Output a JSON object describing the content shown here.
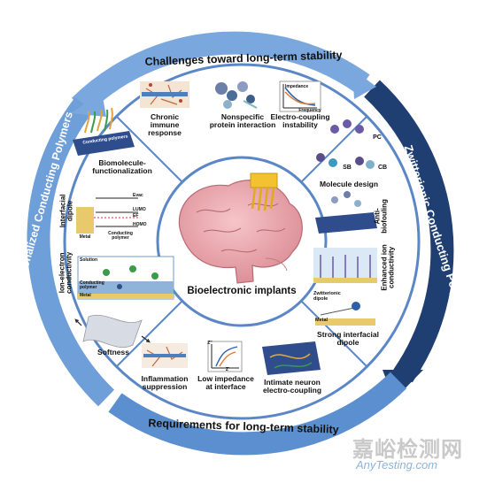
{
  "arcs": {
    "top": "Challenges toward long-term stability",
    "right": "Zwitterionic Conducting Polymers",
    "bottom": "Requirements for long-term stability",
    "left": "Biomolecule-functionalized  Conducting Polymers"
  },
  "center": {
    "title": "Bioelectronic implants"
  },
  "challenges": {
    "chronic": [
      "Chronic",
      "immune response"
    ],
    "protein": [
      "Nonspecific",
      "protein interaction"
    ],
    "electro": [
      "Electro-coupling",
      "instability"
    ],
    "plot_y": "Impedance",
    "plot_x": "Frequency"
  },
  "requirements": {
    "inflammation": [
      "Inflammation",
      "suppression"
    ],
    "impedance": [
      "Low impedance",
      "at interface"
    ],
    "neuron": [
      "Intimate neuron",
      "electro-coupling"
    ],
    "plot_y": "Z''",
    "plot_x": "Z'"
  },
  "left": {
    "cp_film": "Conducting polymers",
    "biomol": [
      "Biomolecule-",
      "functionalization"
    ],
    "dipole": [
      "Interfacial",
      "dipole"
    ],
    "evac": "Evac",
    "lumo": "LUMO",
    "ef": "EF",
    "homo": "HOMO",
    "metal": "Metal",
    "cp_short": [
      "Conducting",
      "polymer"
    ],
    "ionic": [
      "Ion-electron",
      "conductivity"
    ],
    "solution": "Solution",
    "cp_layer": [
      "Conducting",
      "polymer"
    ],
    "metal2": "Metal",
    "softness": "Softness"
  },
  "right": {
    "pc": "PC",
    "sb": "SB",
    "cb": "CB",
    "molecule": "Molecule design",
    "antifouling": [
      "Anti-",
      "biofouling"
    ],
    "ion": [
      "Enhanced ion",
      "conductivity"
    ],
    "zw_dipole": [
      "Zwitterionic",
      "dipole"
    ],
    "metal": "Metal",
    "strong": [
      "Strong interfacial",
      "dipole"
    ]
  },
  "watermark": {
    "cn": "嘉峪检测网",
    "en": "AnyTesting.com"
  },
  "colors": {
    "arc_light": "#b9d3ef",
    "arc_mid": "#5b8fd0",
    "arc_dark": "#1f3f73",
    "ring_outline": "#5b87c6",
    "brain": "#e8a0a6",
    "chip": "#f2c230"
  }
}
